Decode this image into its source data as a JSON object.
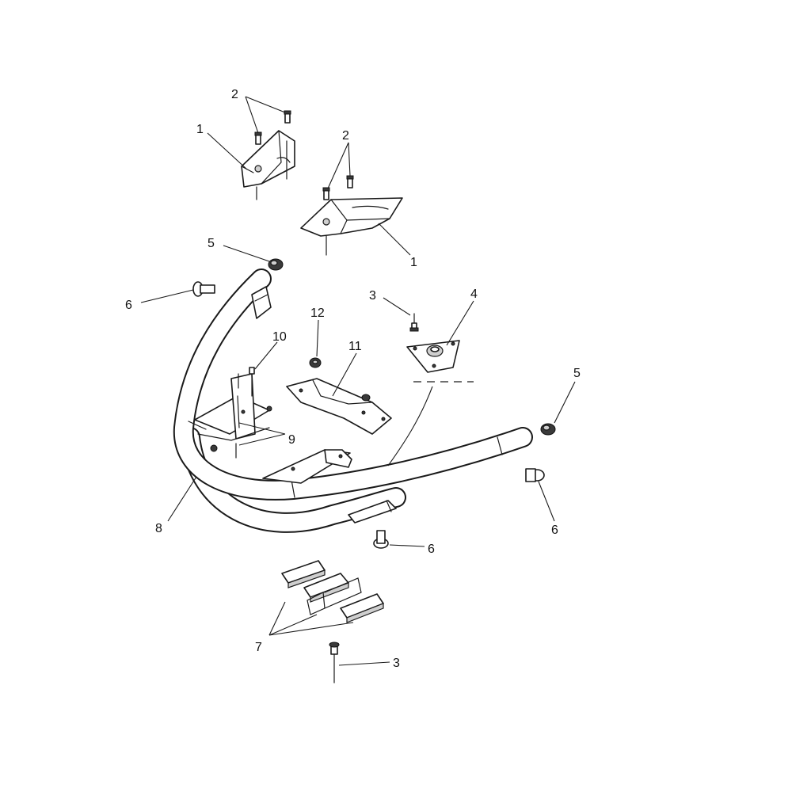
{
  "callouts": {
    "c1a": "1",
    "c1b": "1",
    "c2a": "2",
    "c2b": "2",
    "c3a": "3",
    "c3b": "3",
    "c4": "4",
    "c5a": "5",
    "c5b": "5",
    "c6a": "6",
    "c6b": "6",
    "c6c": "6",
    "c7": "7",
    "c8": "8",
    "c9": "9",
    "c10": "10",
    "c11": "11",
    "c12": "12"
  },
  "colors": {
    "line": "#1a1a1a",
    "background": "#ffffff",
    "shade": "#cfcfcf"
  }
}
